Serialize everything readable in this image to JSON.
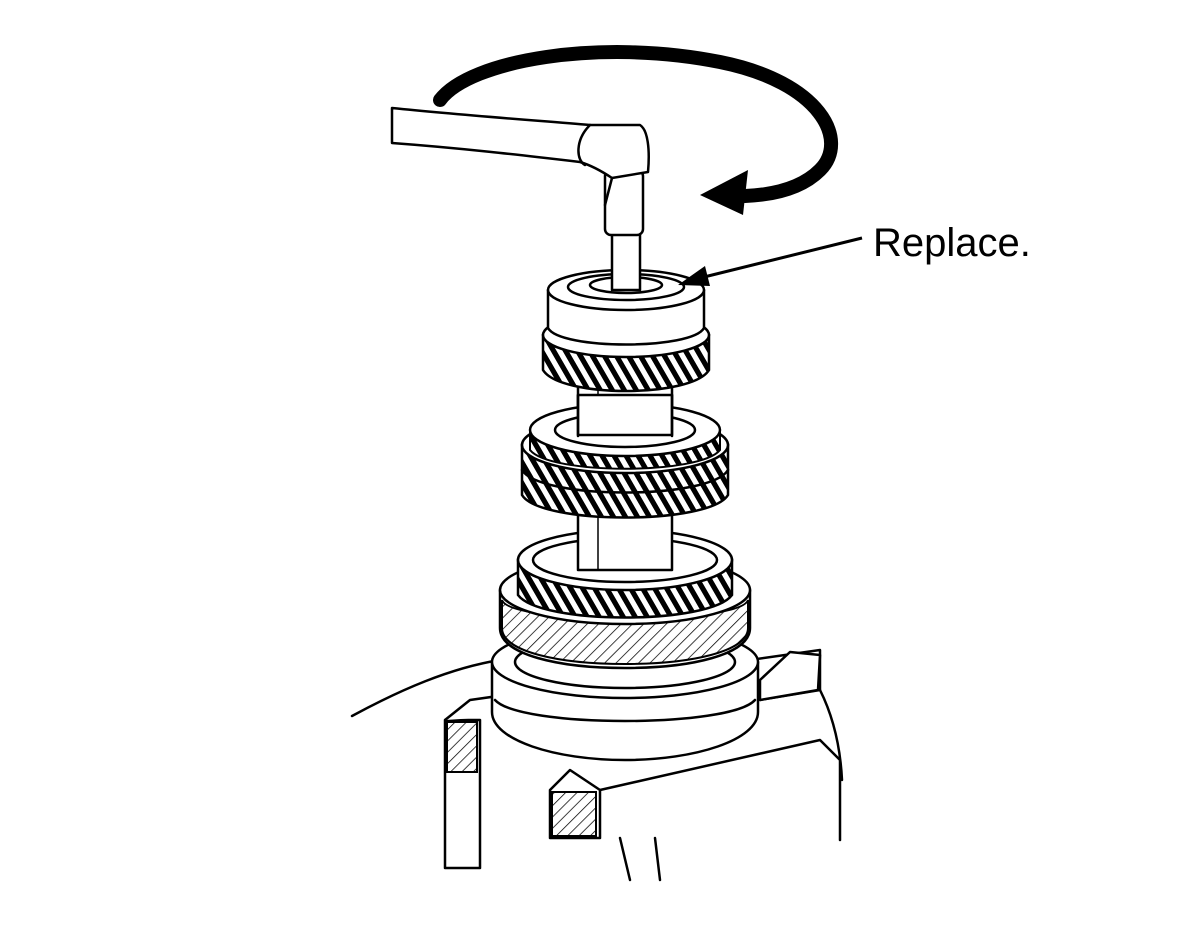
{
  "callout": {
    "label": "Replace."
  },
  "colors": {
    "ink": "#000000",
    "paper": "#ffffff"
  },
  "icons": {
    "rotation": "curved-arrow-counterclockwise",
    "leader": "pointer-arrow"
  }
}
